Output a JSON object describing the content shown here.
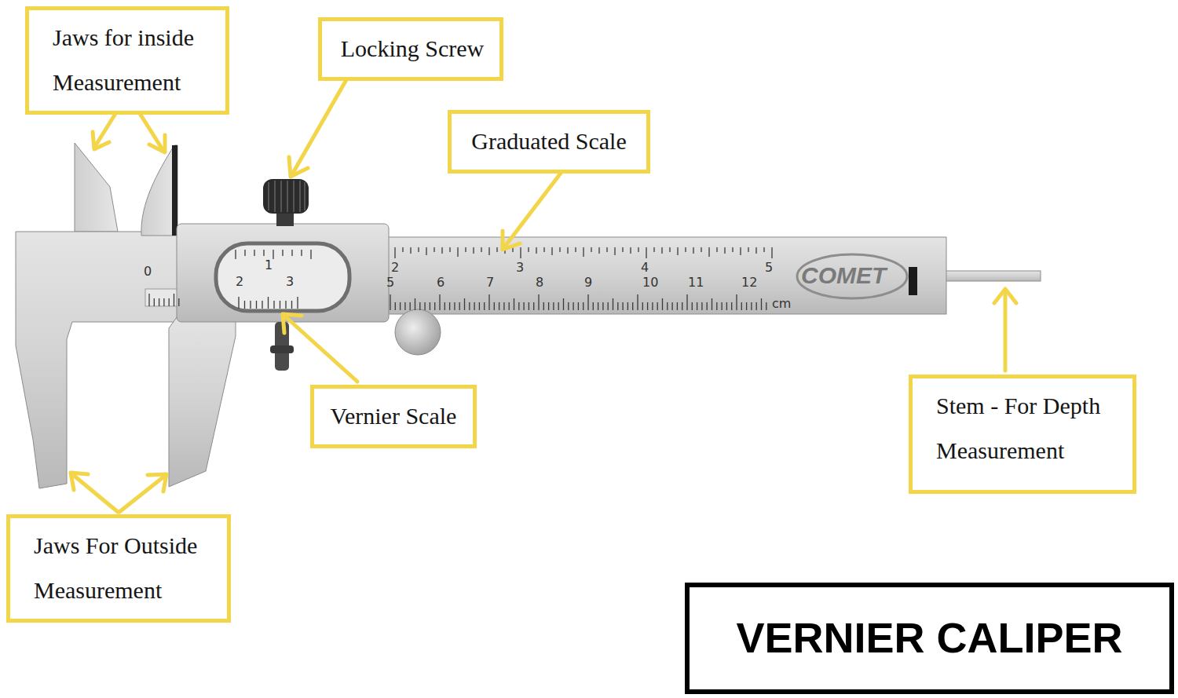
{
  "diagram": {
    "nodes": [
      {
        "text": [
          "Jaws for inside Measurement"
        ]
      },
      {
        "text": [
          "Locking Screw"
        ]
      },
      {
        "text": [
          "Graduated Scale"
        ]
      },
      {
        "text": [
          "Vernier Scale"
        ]
      },
      {
        "text": [
          "Stem - For Depth Measurement"
        ]
      },
      {
        "text": [
          "Jaws For Outside Measurement"
        ]
      },
      {
        "text": [
          "VERNIER CALIPER"
        ]
      }
    ],
    "labels": [
      "0",
      "1",
      "2",
      "3",
      "2",
      "3",
      "4",
      "5",
      "5",
      "6",
      "7",
      "8",
      "9",
      "10",
      "11",
      "12",
      "cm",
      "COMET"
    ]
  }
}
